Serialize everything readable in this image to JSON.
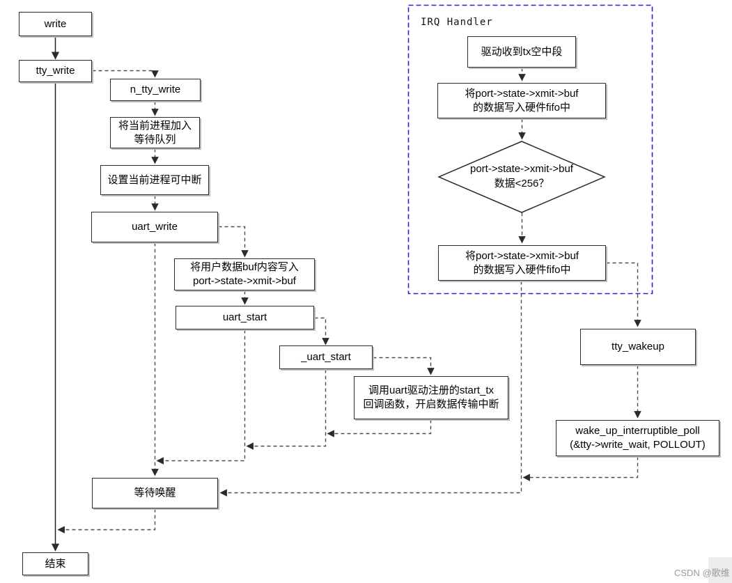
{
  "irq_container": {
    "label": "IRQ Handler"
  },
  "nodes": {
    "write": {
      "label": "write"
    },
    "tty_write": {
      "label": "tty_write"
    },
    "n_tty_write": {
      "label": "n_tty_write"
    },
    "add_wait_queue": {
      "line1": "将当前进程加入",
      "line2": "等待队列"
    },
    "set_interruptible": {
      "label": "设置当前进程可中断"
    },
    "uart_write": {
      "label": "uart_write"
    },
    "write_user_buf": {
      "line1": "将用户数据buf内容写入",
      "line2": "port->state->xmit->buf"
    },
    "uart_start": {
      "label": "uart_start"
    },
    "uart_start_inner": {
      "label": "_uart_start"
    },
    "start_tx": {
      "line1": "调用uart驱动注册的start_tx",
      "line2": "回调函数，开启数据传输中断"
    },
    "wait_wakeup": {
      "label": "等待唤醒"
    },
    "end": {
      "label": "结束"
    },
    "irq_receive": {
      "label": "驱动收到tx空中段"
    },
    "write_fifo_1": {
      "line1": "将port->state->xmit->buf",
      "line2": "的数据写入硬件fifo中"
    },
    "decision": {
      "line1": "port->state->xmit->buf",
      "line2": "数据<256？"
    },
    "write_fifo_2": {
      "line1": "将port->state->xmit->buf",
      "line2": "的数据写入硬件fifo中"
    },
    "tty_wakeup": {
      "label": "tty_wakeup"
    },
    "wake_up_poll": {
      "line1": "wake_up_interruptible_poll",
      "line2": "(&tty->write_wait, POLLOUT)"
    }
  },
  "watermark": {
    "text": "CSDN @歌维"
  },
  "colors": {
    "irq_border": "#2323d6",
    "connector": "#4a4a4a",
    "solid_connector": "#1f1f1f",
    "node_border": "#2b2b2b",
    "watermark_text": "#9b9b9b"
  }
}
